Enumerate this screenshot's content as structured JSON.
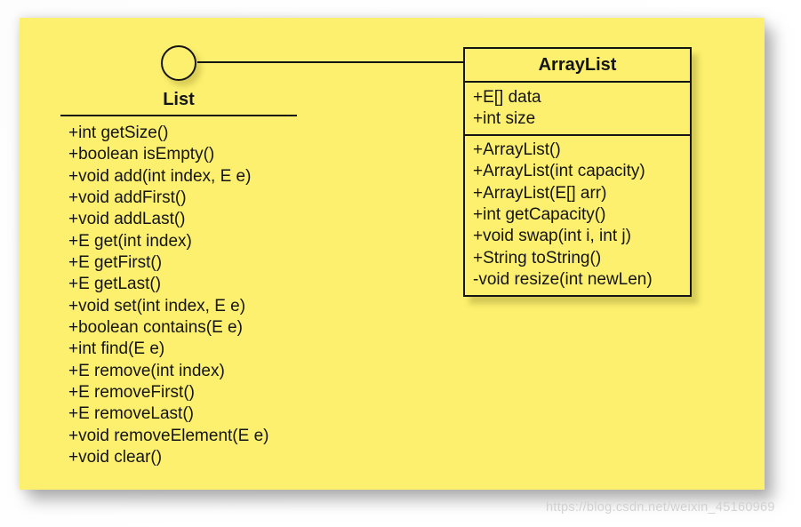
{
  "diagram": {
    "interface": {
      "name": "List",
      "methods": [
        "+int getSize()",
        "+boolean isEmpty()",
        "+void add(int index, E e)",
        "+void addFirst()",
        "+void addLast()",
        "+E get(int index)",
        "+E getFirst()",
        "+E getLast()",
        "+void set(int index, E e)",
        "+boolean contains(E e)",
        "+int find(E e)",
        "+E remove(int index)",
        "+E removeFirst()",
        "+E removeLast()",
        "+void removeElement(E e)",
        "+void clear()"
      ]
    },
    "class": {
      "name": "ArrayList",
      "attributes": [
        "+E[] data",
        "+int size"
      ],
      "methods": [
        "+ArrayList()",
        "+ArrayList(int capacity)",
        "+ArrayList(E[] arr)",
        "+int getCapacity()",
        "+void swap(int i, int j)",
        "+String toString()",
        "-void resize(int newLen)"
      ]
    },
    "relation": "realization-lollipop",
    "watermark": "https://blog.csdn.net/weixin_45160969",
    "colors": {
      "canvas_background": "#fcf06e",
      "line": "#141414",
      "text": "#141414",
      "watermark_text": "#d2d2d2"
    }
  }
}
